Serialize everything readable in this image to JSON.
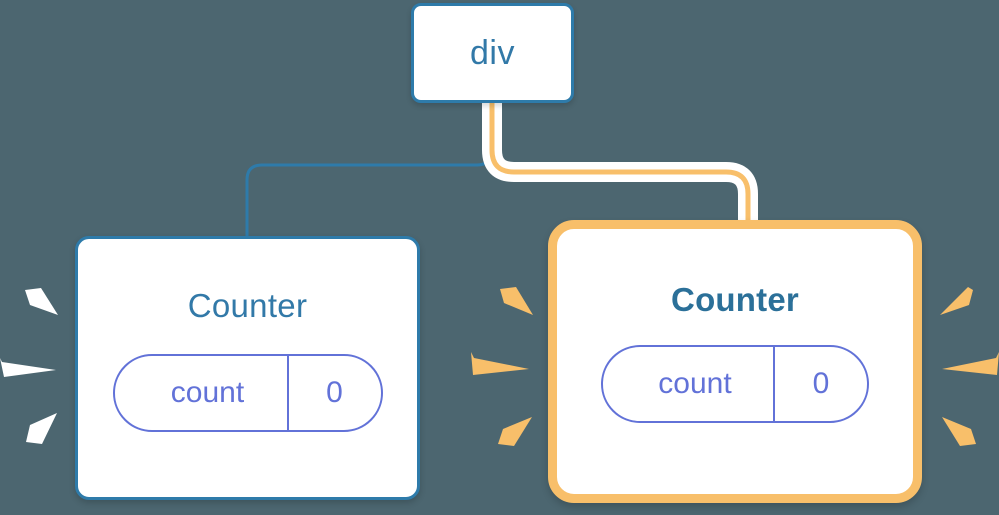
{
  "diagram": {
    "title": "Component re-render highlight diagram",
    "background_color": "#4c6670"
  },
  "nodes": {
    "root": {
      "label": "div",
      "border_color": "#2e7baa"
    },
    "left_child": {
      "label": "Counter",
      "border_color": "#2e7baa",
      "highlighted": false,
      "state": {
        "key": "count",
        "value": "0",
        "color": "#6272d8"
      }
    },
    "right_child": {
      "label": "Counter",
      "border_color": "#2e7baa",
      "highlight_color": "#f8bf6a",
      "highlighted": true,
      "state": {
        "key": "count",
        "value": "0",
        "color": "#6272d8"
      }
    }
  },
  "edges": {
    "left_edge": {
      "name": "root-to-left-counter",
      "color": "#2e7baa",
      "style": "plain"
    },
    "right_edge": {
      "name": "root-to-right-counter",
      "color": "#f8bf6a",
      "halo_color": "#ffffff",
      "style": "highlighted"
    }
  },
  "sparkles": {
    "left_cluster": {
      "name": "left-counter-left-burst",
      "color": "#ffffff",
      "count": 3
    },
    "middle_cluster": {
      "name": "right-counter-left-burst",
      "color": "#f8bf6a",
      "count": 3
    },
    "right_cluster": {
      "name": "right-counter-right-burst",
      "color": "#f8bf6a",
      "count": 3
    }
  }
}
